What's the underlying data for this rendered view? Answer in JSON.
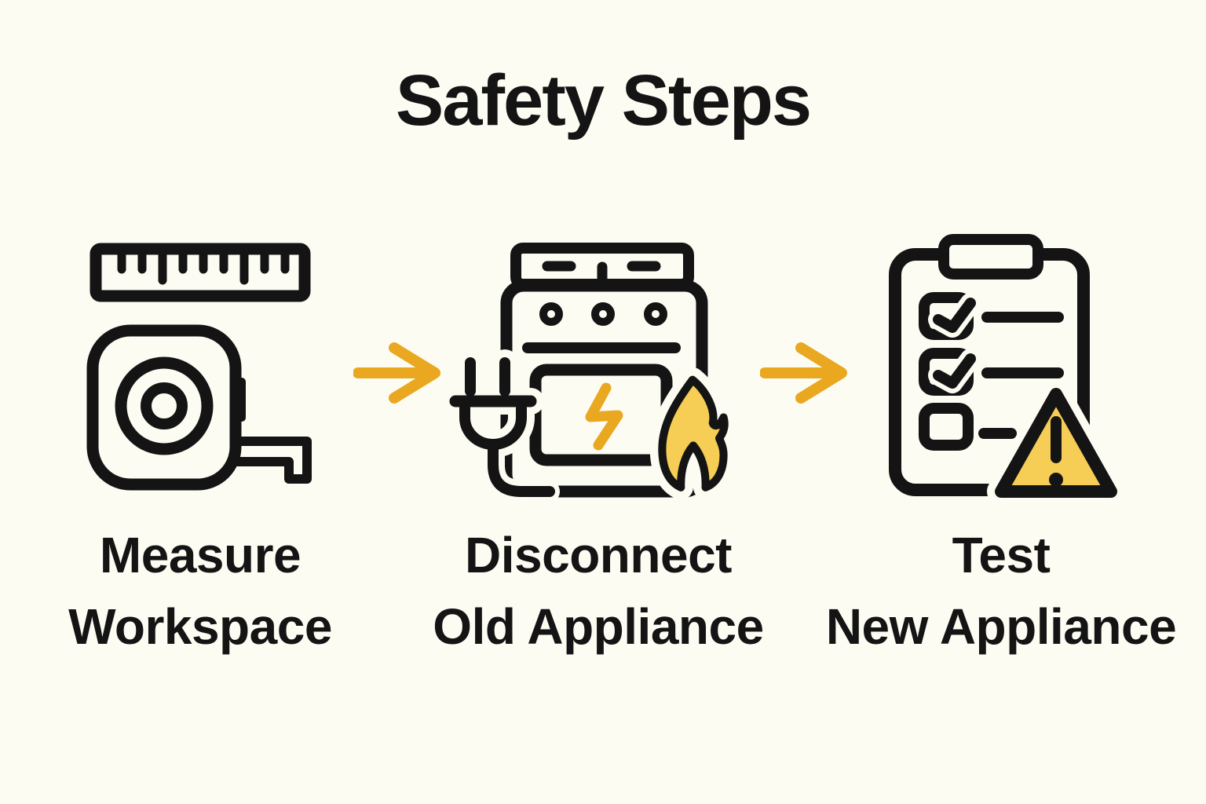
{
  "title": "Safety Steps",
  "colors": {
    "background": "#FDFCF3",
    "ink": "#141414",
    "accent": "#E9A820",
    "accent_light": "#F7CE55"
  },
  "steps": [
    {
      "icon": "tape-measure-icon",
      "label_line1": "Measure",
      "label_line2": "Workspace"
    },
    {
      "icon": "unplugged-stove-flame-icon",
      "label_line1": "Disconnect",
      "label_line2": "Old Appliance"
    },
    {
      "icon": "clipboard-checklist-warning-icon",
      "label_line1": "Test",
      "label_line2": "New Appliance"
    }
  ],
  "connectors": [
    {
      "icon": "arrow-right-icon"
    },
    {
      "icon": "arrow-right-icon"
    }
  ]
}
